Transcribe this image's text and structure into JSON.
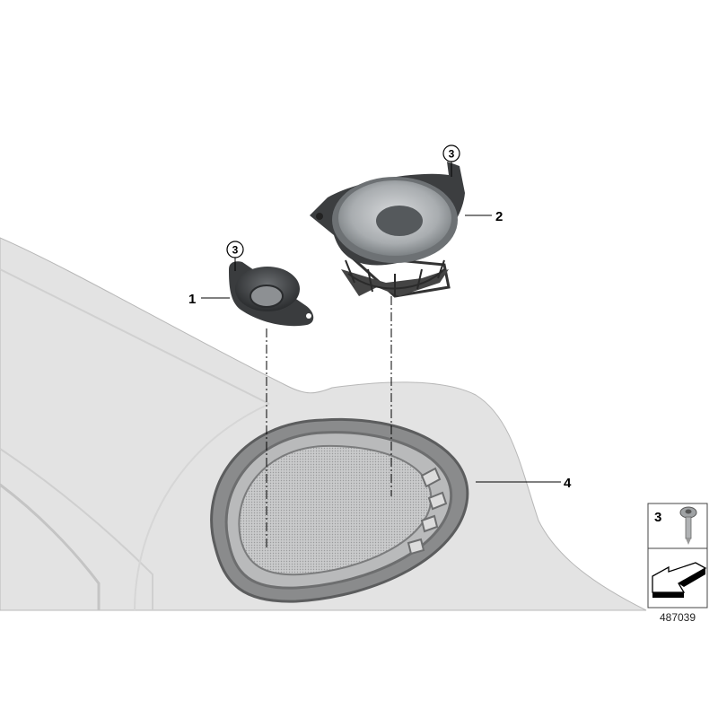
{
  "diagram": {
    "callouts": [
      {
        "id": "1",
        "label": "1"
      },
      {
        "id": "2",
        "label": "2"
      },
      {
        "id": "3a",
        "label": "3"
      },
      {
        "id": "3b",
        "label": "3"
      },
      {
        "id": "4",
        "label": "4"
      }
    ],
    "legend_box": {
      "part_number": "3",
      "icon": "screw-icon",
      "arrow_icon": "installation-arrow-icon"
    },
    "reference_number": "487039"
  }
}
